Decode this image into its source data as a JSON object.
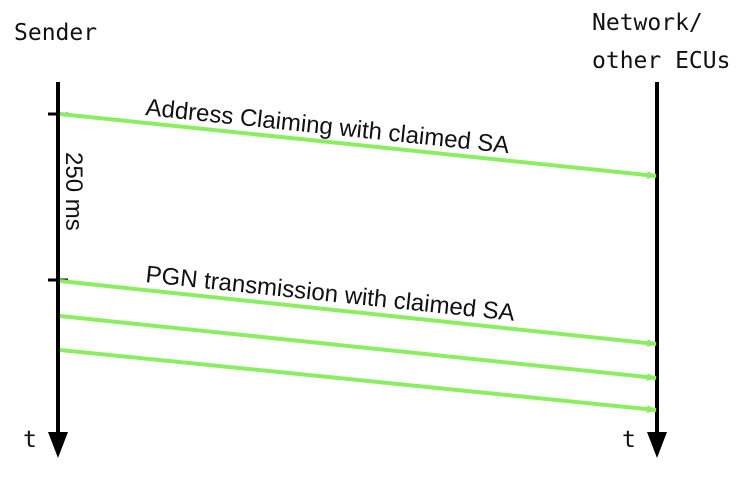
{
  "participants": {
    "sender": "Sender",
    "network_line1": "Network/",
    "network_line2": "other ECUs"
  },
  "interval_label": "250 ms",
  "time_label_left": "t",
  "time_label_right": "t",
  "messages": [
    {
      "label": "Address Claiming with claimed SA"
    },
    {
      "label": "PGN transmission with claimed SA"
    }
  ],
  "colors": {
    "arrow": "#8aee60",
    "line": "#000000"
  }
}
